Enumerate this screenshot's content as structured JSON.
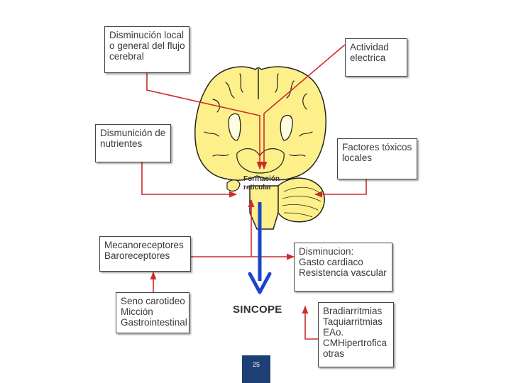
{
  "diagram": {
    "boxes": {
      "flujo": [
        "Disminución local",
        "o general del flujo",
        "cerebral"
      ],
      "actividad": [
        "Actividad",
        "electrica"
      ],
      "nutrientes": [
        "Dismunición de",
        "nutrientes"
      ],
      "toxicos": [
        "Factores tóxicos",
        "locales"
      ],
      "receptores": [
        "Mecanoreceptores",
        "Baroreceptores"
      ],
      "disminucion": [
        "Disminucion:",
        "Gasto cardiaco",
        "Resistencia vascular"
      ],
      "seno": [
        "Seno carotideo",
        "Micción",
        "Gastrointestinal"
      ],
      "arritmias": [
        "Bradiarritmias",
        "Taquiarritmias",
        "EAo.",
        "CMHipertrofica",
        "otras"
      ]
    },
    "brain_label": [
      "Formación",
      "reticular"
    ],
    "sincope": "SINCOPE"
  },
  "page_number": "25",
  "colors": {
    "arrow_red": "#cc2b2b",
    "arrow_blue": "#1a45c9",
    "brain_fill": "#fdf08a",
    "brain_outline": "#222222",
    "page_badge": "#1e3f73"
  }
}
